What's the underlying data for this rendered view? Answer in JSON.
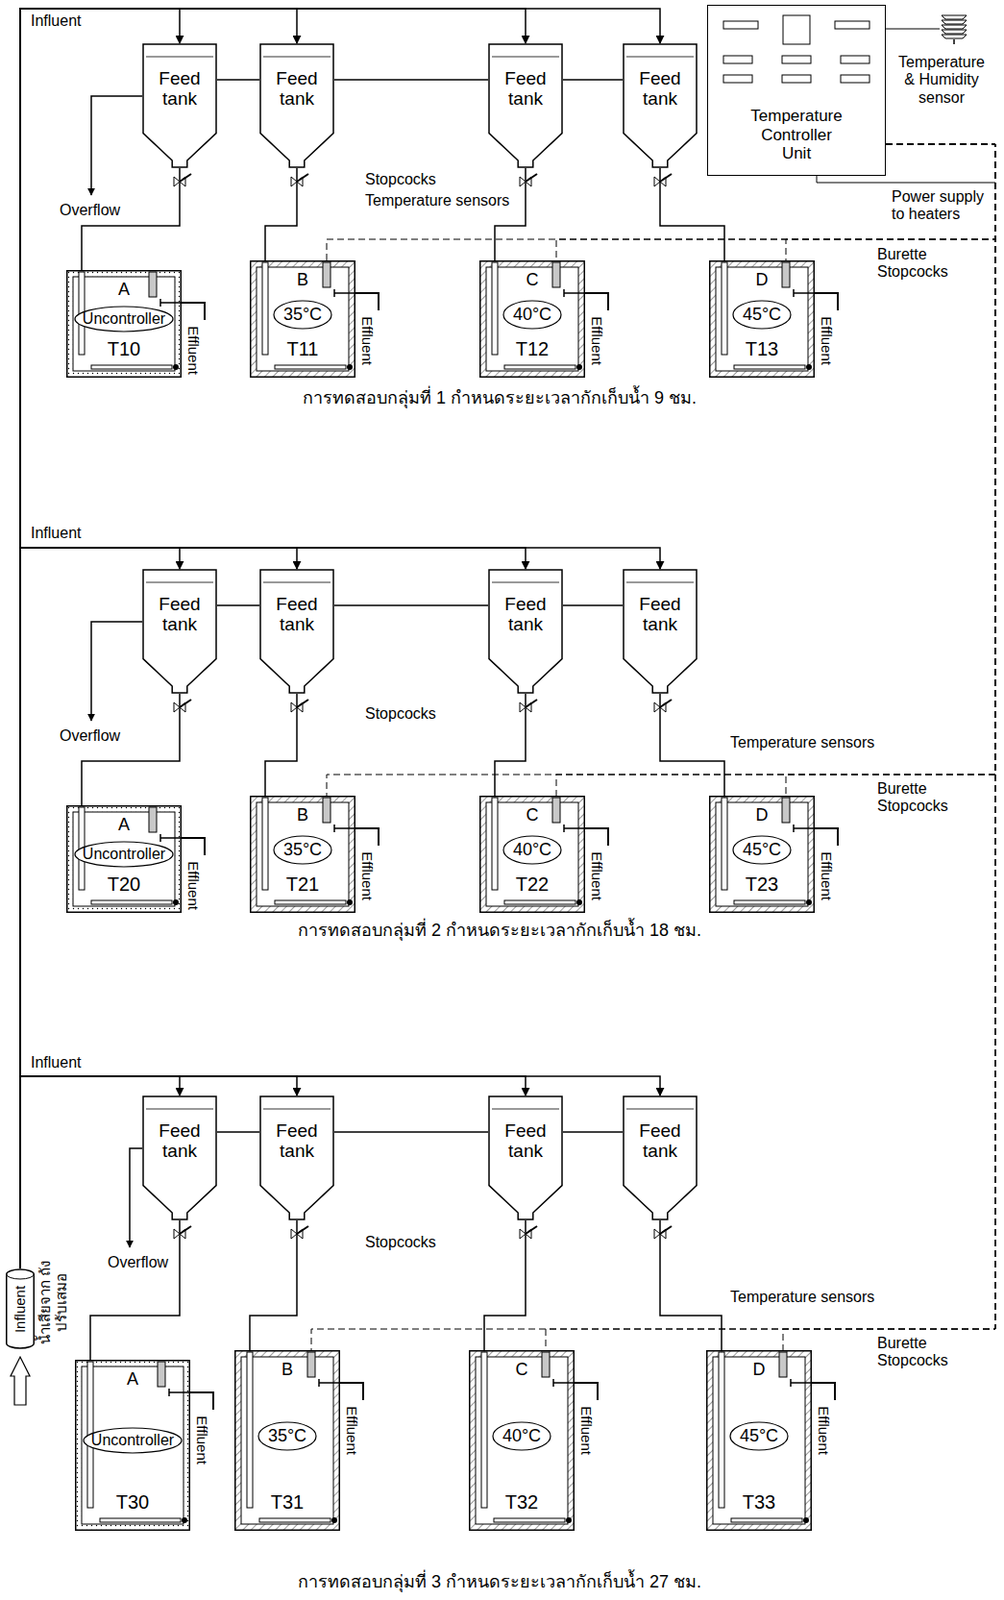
{
  "diagram": {
    "nodes": [
      {
        "text": [
          "Feed tank"
        ]
      },
      {
        "text": [
          "Feed tank"
        ]
      },
      {
        "text": [
          "Feed tank"
        ]
      },
      {
        "text": [
          "Feed tank"
        ]
      },
      {
        "text": [
          "Temperature Controller Unit"
        ]
      },
      {
        "text": [
          "A",
          "T10"
        ]
      },
      {
        "text": [
          "Uncontroller"
        ],
        "in": 5
      },
      {
        "text": [
          "B",
          "T11"
        ]
      },
      {
        "text": [
          "35°C"
        ],
        "in": 7
      },
      {
        "text": [
          "C",
          "T12"
        ]
      },
      {
        "text": [
          "40°C"
        ],
        "in": 9
      },
      {
        "text": [
          "D",
          "T13"
        ]
      },
      {
        "text": [
          "45°C"
        ],
        "in": 11
      },
      {
        "text": [
          "Feed tank"
        ]
      },
      {
        "text": [
          "Feed tank"
        ]
      },
      {
        "text": [
          "Feed tank"
        ]
      },
      {
        "text": [
          "Feed tank"
        ]
      },
      {
        "text": [
          "A",
          "T20"
        ]
      },
      {
        "text": [
          "Uncontroller"
        ],
        "in": 17
      },
      {
        "text": [
          "B",
          "T21"
        ]
      },
      {
        "text": [
          "35°C"
        ],
        "in": 19
      },
      {
        "text": [
          "C",
          "T22"
        ]
      },
      {
        "text": [
          "40°C"
        ],
        "in": 21
      },
      {
        "text": [
          "D",
          "T23"
        ]
      },
      {
        "text": [
          "45°C"
        ],
        "in": 23
      },
      {
        "text": [
          "Feed tank"
        ]
      },
      {
        "text": [
          "Feed tank"
        ]
      },
      {
        "text": [
          "Feed tank"
        ]
      },
      {
        "text": [
          "Feed tank"
        ]
      },
      {
        "text": [
          "Influent"
        ]
      },
      {
        "text": [
          "A",
          "T30"
        ]
      },
      {
        "text": [
          "Uncontroller"
        ],
        "in": 30
      },
      {
        "text": [
          "B",
          "T31"
        ]
      },
      {
        "text": [
          "35°C"
        ],
        "in": 32
      },
      {
        "text": [
          "C",
          "T32"
        ]
      },
      {
        "text": [
          "40°C"
        ],
        "in": 34
      },
      {
        "text": [
          "D",
          "T33"
        ]
      },
      {
        "text": [
          "45°C"
        ],
        "in": 36
      }
    ],
    "edges": [
      {
        "from": 29,
        "to": 0,
        "arrow": "to"
      },
      {
        "from": 29,
        "to": 1,
        "arrow": "to"
      },
      {
        "from": 29,
        "to": 2,
        "arrow": "to"
      },
      {
        "from": 29,
        "to": 3,
        "arrow": "to"
      },
      {
        "from": 29,
        "to": 13,
        "arrow": "to"
      },
      {
        "from": 29,
        "to": 14,
        "arrow": "to"
      },
      {
        "from": 29,
        "to": 15,
        "arrow": "to"
      },
      {
        "from": 29,
        "to": 16,
        "arrow": "to"
      },
      {
        "from": 29,
        "to": 25,
        "arrow": "to"
      },
      {
        "from": 29,
        "to": 26,
        "arrow": "to"
      },
      {
        "from": 29,
        "to": 27,
        "arrow": "to"
      },
      {
        "from": 29,
        "to": 28,
        "arrow": "to"
      },
      {
        "from": 0,
        "to": 1,
        "arrow": "none"
      },
      {
        "from": 1,
        "to": 2,
        "arrow": "none"
      },
      {
        "from": 2,
        "to": 3,
        "arrow": "none"
      },
      {
        "from": 13,
        "to": 14,
        "arrow": "none"
      },
      {
        "from": 14,
        "to": 15,
        "arrow": "none"
      },
      {
        "from": 15,
        "to": 16,
        "arrow": "none"
      },
      {
        "from": 25,
        "to": 26,
        "arrow": "none"
      },
      {
        "from": 26,
        "to": 27,
        "arrow": "none"
      },
      {
        "from": 27,
        "to": 28,
        "arrow": "none"
      },
      {
        "from": 0,
        "to": 5,
        "arrow": "none"
      },
      {
        "from": 1,
        "to": 7,
        "arrow": "none"
      },
      {
        "from": 2,
        "to": 9,
        "arrow": "none"
      },
      {
        "from": 3,
        "to": 11,
        "arrow": "none"
      },
      {
        "from": 13,
        "to": 17,
        "arrow": "none"
      },
      {
        "from": 14,
        "to": 19,
        "arrow": "none"
      },
      {
        "from": 15,
        "to": 21,
        "arrow": "none"
      },
      {
        "from": 16,
        "to": 23,
        "arrow": "none"
      },
      {
        "from": 25,
        "to": 30,
        "arrow": "none"
      },
      {
        "from": 26,
        "to": 32,
        "arrow": "none"
      },
      {
        "from": 27,
        "to": 34,
        "arrow": "none"
      },
      {
        "from": 28,
        "to": 36,
        "arrow": "none"
      },
      {
        "from": 4,
        "to": 7,
        "arrow": "none"
      },
      {
        "from": 4,
        "to": 9,
        "arrow": "none"
      },
      {
        "from": 4,
        "to": 11,
        "arrow": "none"
      },
      {
        "from": 4,
        "to": 19,
        "arrow": "none"
      },
      {
        "from": 4,
        "to": 21,
        "arrow": "none"
      },
      {
        "from": 4,
        "to": 23,
        "arrow": "none"
      },
      {
        "from": 4,
        "to": 32,
        "arrow": "none"
      },
      {
        "from": 4,
        "to": 34,
        "arrow": "none"
      },
      {
        "from": 4,
        "to": 36,
        "arrow": "none"
      }
    ],
    "labels": [
      "Influent",
      "Overflow",
      "Stopcocks",
      "Temperature sensors",
      "Burette Stopcocks",
      "Temperature & Humidity sensor",
      "Power supply to heaters",
      "Effluent",
      "Effluent",
      "Effluent",
      "Effluent",
      "การทดสอบกลุ่มที่ 1 กำหนดระยะเวลากักเก็บน้ำ 9 ชม.",
      "Influent",
      "Overflow",
      "Stopcocks",
      "Temperature sensors",
      "Burette Stopcocks",
      "Effluent",
      "Effluent",
      "Effluent",
      "Effluent",
      "การทดสอบกลุ่มที่ 2 กำหนดระยะเวลากักเก็บน้ำ 18 ชม.",
      "Influent",
      "Overflow",
      "Stopcocks",
      "Temperature sensors",
      "Burette Stopcocks",
      "Effluent",
      "Effluent",
      "Effluent",
      "Effluent",
      "น้ำเสียจาก ถังปรับเสมอ",
      "การทดสอบกลุ่มที่ 3 กำหนดระยะเวลากักเก็บน้ำ 27 ชม."
    ]
  }
}
